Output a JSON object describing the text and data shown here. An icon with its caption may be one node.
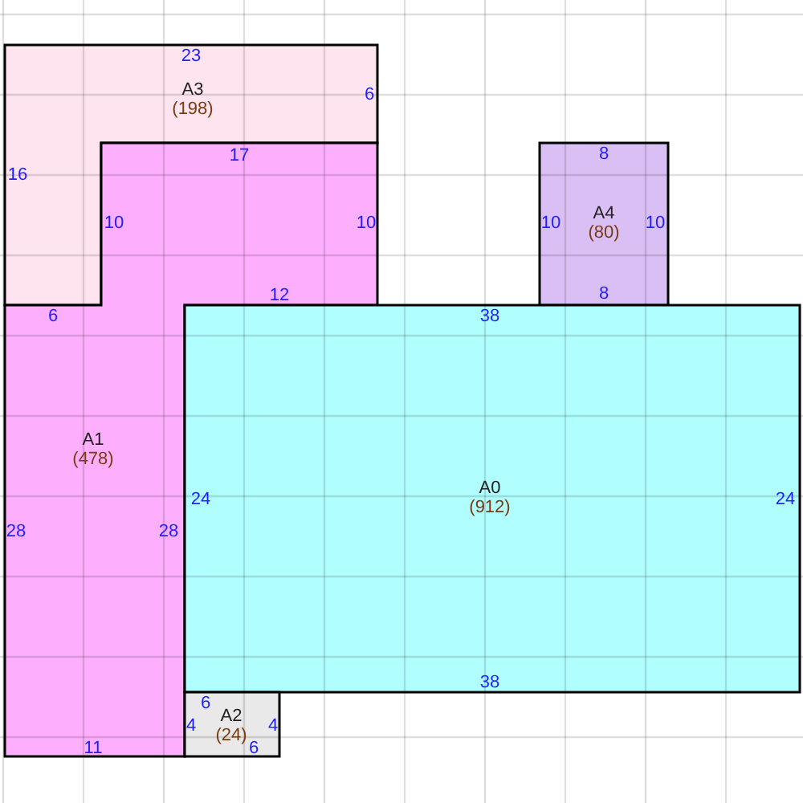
{
  "diagram": {
    "nodes": [
      {
        "text": [
          "A3",
          "(198)"
        ]
      },
      {
        "text": [
          "A4",
          "(80)"
        ]
      },
      {
        "text": [
          "A1",
          "(478)"
        ]
      },
      {
        "text": [
          "A0",
          "(912)"
        ]
      },
      {
        "text": [
          "A2",
          "(24)"
        ]
      }
    ],
    "labels": [
      "23",
      "6",
      "17",
      "8",
      "16",
      "10",
      "10",
      "10",
      "10",
      "12",
      "8",
      "6",
      "38",
      "24",
      "24",
      "28",
      "28",
      "38",
      "6",
      "4",
      "4",
      "11",
      "6"
    ]
  }
}
